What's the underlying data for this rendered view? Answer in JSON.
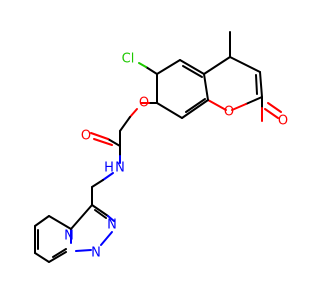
{
  "molecule": {
    "colors": {
      "bond": "#000000",
      "oxygen": "#ff0000",
      "nitrogen": "#0000ff",
      "chlorine": "#1ec800"
    },
    "labels": {
      "cl": "Cl",
      "o_ether": "O",
      "o_ring": "O",
      "o_lactone": "O",
      "o_amide": "O",
      "nh": "N",
      "nh_h": "H",
      "n_pyridine": "N",
      "n_triazole_1": "N",
      "n_triazole_2": "N"
    }
  }
}
